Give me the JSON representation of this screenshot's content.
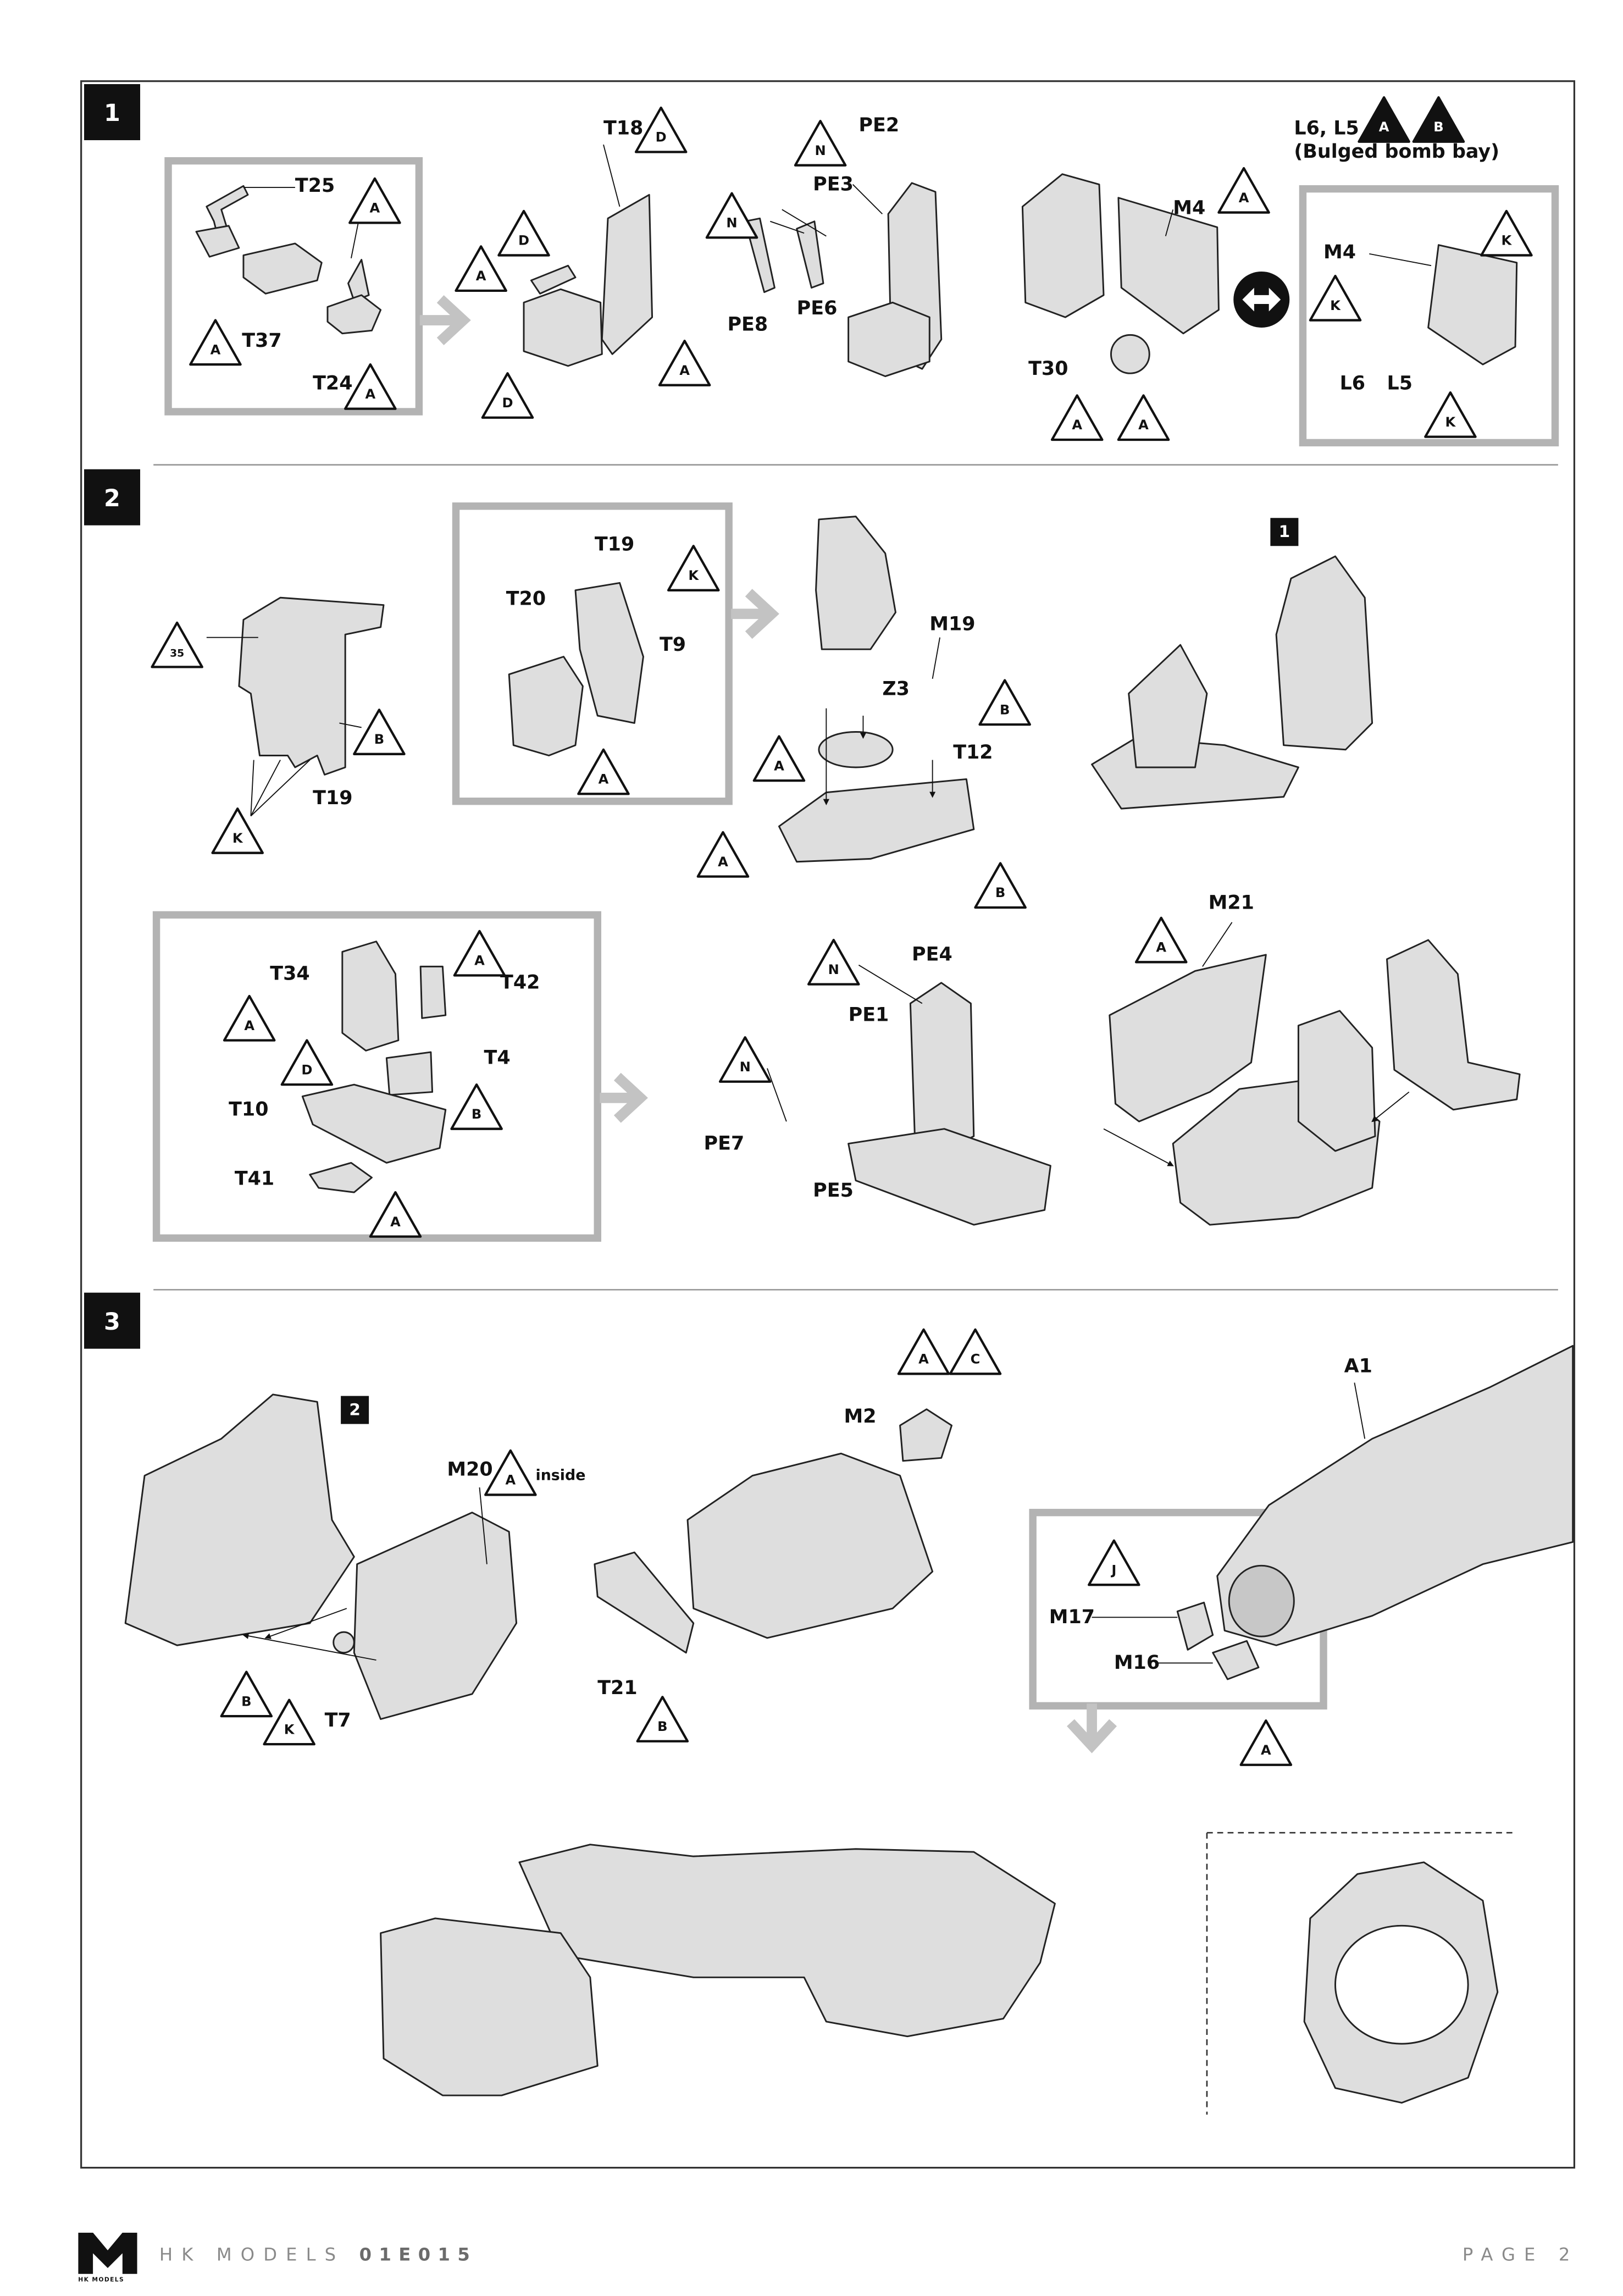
{
  "footer": {
    "brand": "HK MODELS",
    "code": "01E015",
    "page": "PAGE 2",
    "logo_caption": "HK MODELS"
  },
  "steps": [
    {
      "number": "1"
    },
    {
      "number": "2"
    },
    {
      "number": "3"
    }
  ],
  "sub_refs": [
    "1",
    "2"
  ],
  "notes": {
    "bomb_bay_parts": "L6, L5",
    "bomb_bay_caption": "(Bulged bomb bay)",
    "inside": "inside"
  },
  "part_labels": [
    "T25",
    "T37",
    "T24",
    "T18",
    "PE2",
    "PE3",
    "PE8",
    "PE6",
    "M4",
    "T30",
    "M4",
    "L6",
    "L5",
    "T19",
    "T20",
    "T9",
    "M19",
    "Z3",
    "T12",
    "T19",
    "T34",
    "T42",
    "T4",
    "T10",
    "T41",
    "PE4",
    "PE1",
    "PE7",
    "PE5",
    "M21",
    "M2",
    "M20",
    "T7",
    "T21",
    "A1",
    "M17",
    "M16"
  ],
  "color_letters": [
    "A",
    "A",
    "A",
    "D",
    "D",
    "A",
    "D",
    "A",
    "N",
    "N",
    "A",
    "K",
    "A",
    "A",
    "K",
    "K",
    "K",
    "A",
    "A",
    "B",
    "A",
    "B",
    "35",
    "B",
    "K",
    "A",
    "A",
    "D",
    "B",
    "A",
    "N",
    "N",
    "A",
    "B",
    "K",
    "A",
    "B",
    "J",
    "A",
    "A",
    "A",
    "B",
    "C"
  ],
  "colors": {
    "frame": "#333333",
    "substep_box": "#b3b3b3",
    "part_fill": "#dedede",
    "arrow": "#c3c3c3"
  },
  "icons": [
    "swap-direction-icon",
    "down-arrow-icon",
    "right-arrow-icon",
    "hk-models-logo"
  ]
}
